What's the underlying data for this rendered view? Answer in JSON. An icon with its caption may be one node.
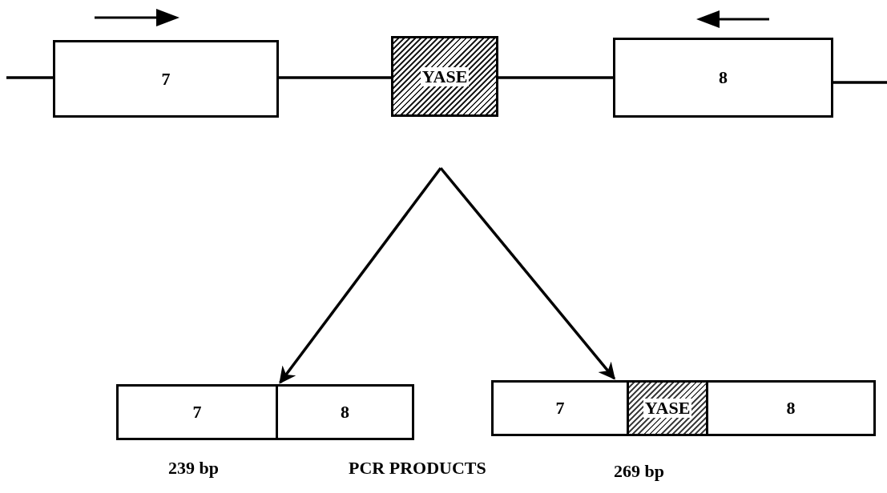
{
  "diagram": {
    "nodes": [
      {
        "text": [
          "7"
        ]
      },
      {
        "text": [
          "YASE"
        ]
      },
      {
        "text": [
          "8"
        ]
      },
      {
        "text": [],
        "shape": "bar",
        "beside": [
          "239 bp"
        ]
      },
      {
        "text": [
          "7"
        ],
        "in": 3
      },
      {
        "text": [
          "8"
        ],
        "in": 3
      },
      {
        "text": [],
        "shape": "bar",
        "beside": [
          "269 bp"
        ]
      },
      {
        "text": [
          "7"
        ],
        "in": 6
      },
      {
        "text": [
          "YASE"
        ],
        "in": 6
      },
      {
        "text": [
          "8"
        ],
        "in": 6
      }
    ],
    "edges": [
      {
        "from": null,
        "to": 0,
        "arrow": "none"
      },
      {
        "from": 0,
        "to": 1,
        "arrow": "none"
      },
      {
        "from": 1,
        "to": 2,
        "arrow": "none"
      },
      {
        "from": 2,
        "to": null,
        "arrow": "none"
      },
      {
        "from": null,
        "to": 3,
        "arrow": "to"
      },
      {
        "from": null,
        "to": 6,
        "arrow": "to"
      }
    ],
    "labels": [
      "PCR PRODUCTS"
    ]
  }
}
